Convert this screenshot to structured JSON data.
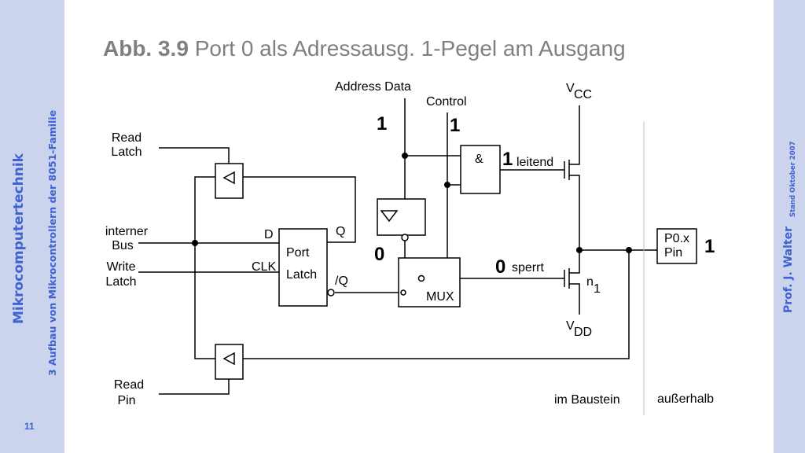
{
  "sidebar": {
    "main": "Mikrocomputertechnik",
    "sub": "3 Aufbau von Mikrocontrollern der 8051-Familie",
    "page": "11",
    "author": "Prof. J. Walter",
    "date": "Stand Oktober 2007"
  },
  "title": {
    "prefix": "Abb. 3.9",
    "text": " Port 0 als Adressausg. 1-Pegel am Ausgang"
  },
  "diagram": {
    "read_latch": [
      "Read",
      "Latch"
    ],
    "internal_bus": [
      "interner",
      "Bus"
    ],
    "write_latch": [
      "Write",
      "Latch"
    ],
    "read_pin": [
      "Read",
      "Pin"
    ],
    "d": "D",
    "q": "Q",
    "clk": "CLK",
    "qn": "/Q",
    "port_latch": [
      "Port",
      "Latch"
    ],
    "address_data": "Address Data",
    "control": "Control",
    "and_gate": "&",
    "mux": "MUX",
    "vcc_v": "V",
    "vcc_sub": "CC",
    "vdd_v": "V",
    "vdd_sub": "DD",
    "n_label": "n",
    "n_sub": "1",
    "leitend": "leitend",
    "sperrt": "sperrt",
    "pin_box": [
      "P0.x",
      "Pin"
    ],
    "im_baustein": "im Baustein",
    "ausserhalb": "außerhalb",
    "level_address": "1",
    "level_control": "1",
    "level_and_out": "1",
    "level_mux_in": "0",
    "level_mux_out": "0",
    "level_pin": "1"
  }
}
